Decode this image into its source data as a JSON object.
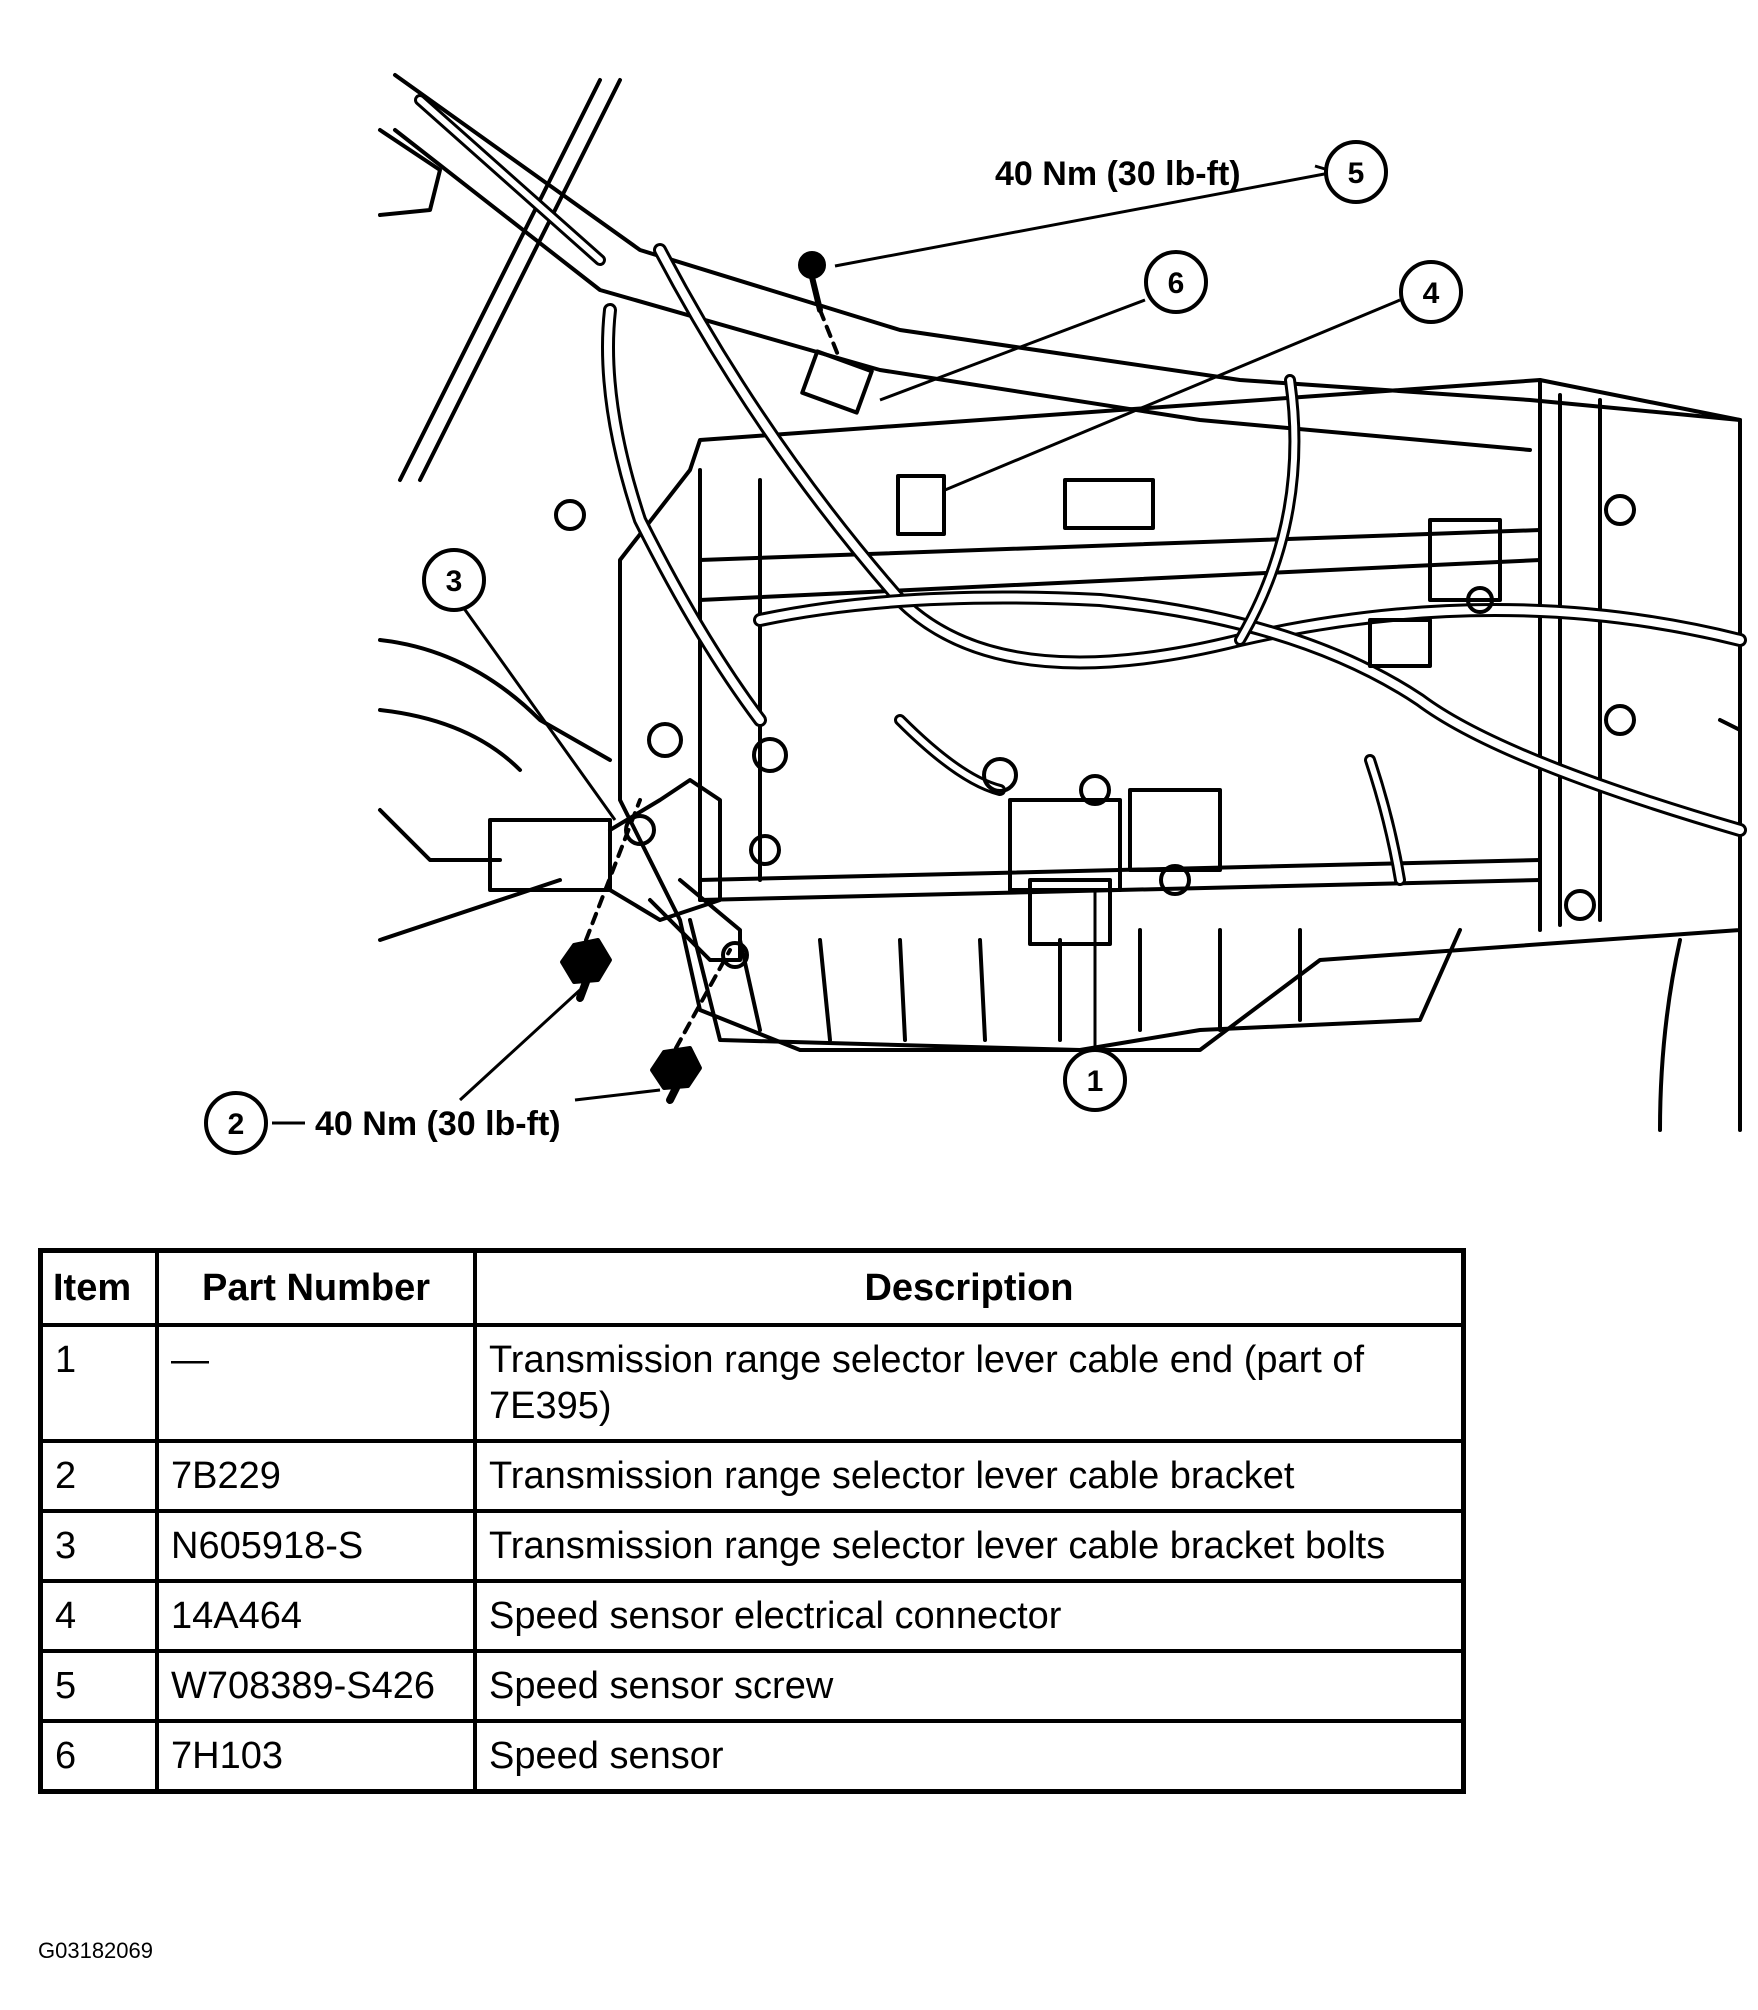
{
  "callouts": [
    {
      "num": "1"
    },
    {
      "num": "2",
      "torque": "40 Nm (30 lb-ft)"
    },
    {
      "num": "3"
    },
    {
      "num": "4"
    },
    {
      "num": "5",
      "torque": "40 Nm (30 lb-ft)"
    },
    {
      "num": "6"
    }
  ],
  "table": {
    "headers": [
      "Item",
      "Part Number",
      "Description"
    ],
    "rows": [
      {
        "item": "1",
        "part": "—",
        "desc": "Transmission range selector lever cable end (part of 7E395)"
      },
      {
        "item": "2",
        "part": "7B229",
        "desc": "Transmission range selector lever cable bracket"
      },
      {
        "item": "3",
        "part": "N605918-S",
        "desc": "Transmission range selector lever cable bracket bolts"
      },
      {
        "item": "4",
        "part": "14A464",
        "desc": "Speed sensor electrical connector"
      },
      {
        "item": "5",
        "part": "W708389-S426",
        "desc": "Speed sensor screw"
      },
      {
        "item": "6",
        "part": "7H103",
        "desc": "Speed sensor"
      }
    ]
  },
  "figure_id": "G03182069"
}
